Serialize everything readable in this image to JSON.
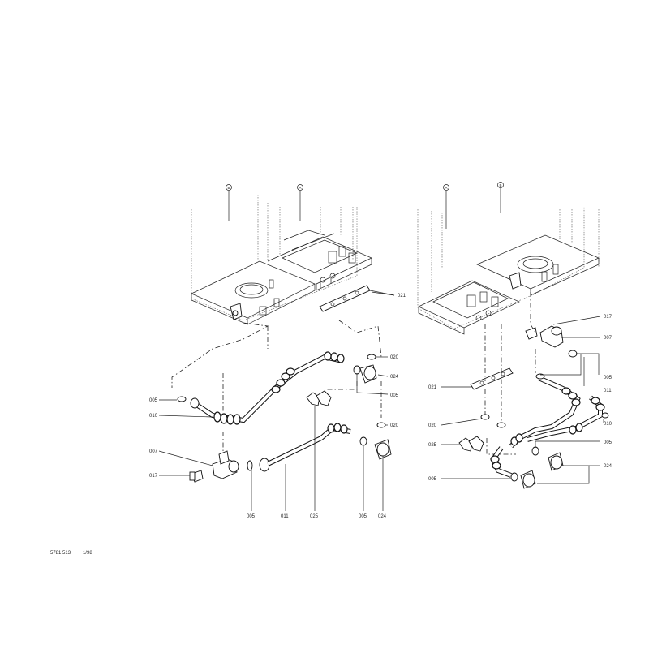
{
  "document": {
    "code": "5781 513",
    "date": "1/98"
  },
  "left_view": {
    "callouts": [
      {
        "id": "B",
        "text": "B"
      },
      {
        "id": "A",
        "text": "A"
      }
    ],
    "labels": {
      "p021": "021",
      "p020_top": "020",
      "p024_right": "024",
      "p005_right": "005",
      "p020_mid": "020",
      "p005_left": "005",
      "p010": "010",
      "p007": "007",
      "p017": "017",
      "b005_a": "005",
      "b011": "011",
      "b025": "025",
      "b005_b": "005",
      "b024": "024"
    }
  },
  "right_view": {
    "callouts": [
      {
        "id": "A",
        "text": "A"
      },
      {
        "id": "B",
        "text": "B"
      }
    ],
    "labels": {
      "p017": "017",
      "p007": "007",
      "p005_a": "005",
      "p011": "011",
      "p010": "010",
      "p005_b": "005",
      "p024": "024",
      "p021": "021",
      "p020": "020",
      "p025": "025",
      "p005_c": "005"
    }
  }
}
